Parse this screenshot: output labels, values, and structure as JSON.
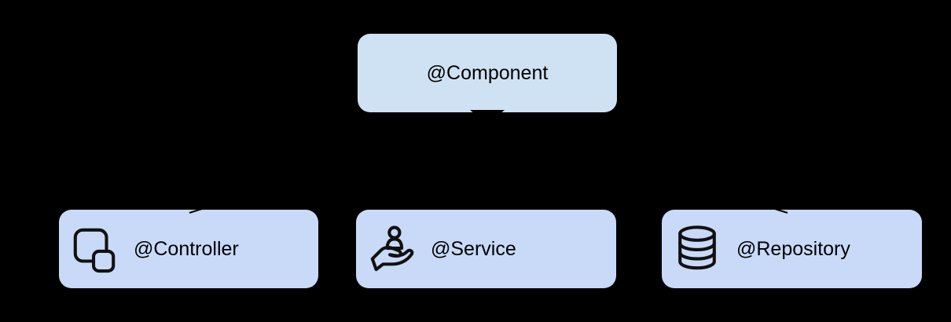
{
  "canvas": {
    "background": "#000000"
  },
  "diagram": {
    "text_color": "#000000",
    "icon_color": "#111111",
    "parent": {
      "label": "@Component",
      "fill": "#cfe2f3"
    },
    "children": [
      {
        "label": "@Controller",
        "icon": "copy-icon",
        "fill": "#c9daf8"
      },
      {
        "label": "@Service",
        "icon": "hand-holding-person-icon",
        "fill": "#c9daf8"
      },
      {
        "label": "@Repository",
        "icon": "database-icon",
        "fill": "#c9daf8"
      }
    ],
    "connectors": {
      "color": "#000000",
      "direction": "children-to-parent"
    }
  }
}
